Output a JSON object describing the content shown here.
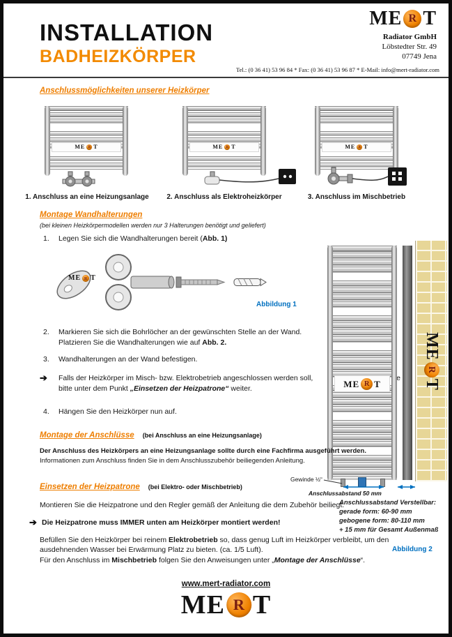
{
  "colors": {
    "orange": "#F28A00",
    "blue": "#0070C0"
  },
  "brand": {
    "me": "ME",
    "r": "R",
    "t": "T"
  },
  "glyphs": {
    "arrow": "➔"
  },
  "header": {
    "title": "INSTALLATION",
    "subtitle": "BADHEIZKÖRPER",
    "company": "Radiator GmbH",
    "address_line1": "Löbstedter Str. 49",
    "address_line2": "07749 Jena",
    "contact": "Tel.: (0 36 41) 53 96 84   *   Fax: (0 36 41) 53 96 87   *   E-Mail: info@mert-radiator.com"
  },
  "connection_options": {
    "heading": "Anschlussmöglichkeiten unserer Heizkörper",
    "caption1": "1. Anschluss an eine Heizungsanlage",
    "caption2": "2. Anschluss als Elektroheizkörper",
    "caption3": "3. Anschluss im Mischbetrieb"
  },
  "wall_mounting": {
    "heading": "Montage Wandhalterungen",
    "note": "(bei kleinen Heizkörpermodellen werden nur 3 Halterungen benötigt und geliefert)",
    "step1_num": "1.",
    "step1_pre": "Legen Sie sich die Wandhalterungen bereit (",
    "step1_bold": "Abb. 1",
    "step1_post": ")",
    "figure1_label": "Abbildung 1",
    "step2_num": "2.",
    "step2_line1": "Markieren Sie sich die Bohrlöcher an der gewünschten Stelle an der Wand.",
    "step2_line2_pre": "Platzieren Sie die Wandhalterungen wie auf ",
    "step2_line2_bold": "Abb. 2.",
    "step3_num": "3.",
    "step3_text": "Wandhalterungen an der Wand befestigen.",
    "arrow_line1": "Falls der Heizkörper im Misch- bzw. Elektrobetrieb angeschlossen werden soll,",
    "arrow_line1_fragment": "n Sie",
    "arrow_line2_pre": "bitte unter dem Punkt ",
    "arrow_line2_bold": "„Einsetzen der Heizpatrone“",
    "arrow_line2_post": " weiter.",
    "step4_num": "4.",
    "step4_text": "Hängen Sie den Heizkörper nun auf."
  },
  "connections": {
    "heading": "Montage der Anschlüsse",
    "heading_note": "(bei Anschluss an eine Heizungsanlage)",
    "p_bold": "Der Anschluss des Heizkörpers an eine Heizungsanlage sollte durch eine Fachfirma ausgeführt werden.",
    "p_normal": "Informationen zum Anschluss finden Sie in dem Anschlusszubehör beiliegenden Anleitung."
  },
  "cartridge": {
    "heading": "Einsetzen der Heizpatrone",
    "heading_note": "(bei Elektro- oder Mischbetrieb)",
    "p1": "Montieren Sie die Heizpatrone und den Regler gemäß der Anleitung die dem Zubehör beiliegt.",
    "warning": "Die Heizpatrone muss IMMER unten am Heizkörper montiert werden!",
    "p2_pre": "Befüllen Sie den Heizkörper bei reinem ",
    "p2_bold": "Elektrobetrieb",
    "p2_post": " so, dass genug Luft im Heizkörper verbleibt, um den",
    "p2_line2": "ausdehnenden Wasser bei Erwärmung Platz zu bieten. (ca. 1/5 Luft).",
    "p3_pre": "Für den Anschluss im ",
    "p3_bold": "Mischbetrieb",
    "p3_mid": " folgen Sie den Anweisungen unter „",
    "p3_bold_italic": "Montage der Anschlüsse",
    "p3_post": "“."
  },
  "figure2": {
    "gewinde": "Gewinde ½“",
    "abstand50": "Anschlussabstand 50 mm",
    "verstellbar_title": "Anschlussabstand Verstellbar:",
    "verstellbar_line1": "gerade form: 60-90 mm",
    "verstellbar_line2": "gebogene form: 80-110 mm",
    "verstellbar_line3": "+ 15 mm für Gesamt Außenmaß",
    "label": "Abbildung 2"
  },
  "footer": {
    "website": "www.mert-radiator.com"
  }
}
